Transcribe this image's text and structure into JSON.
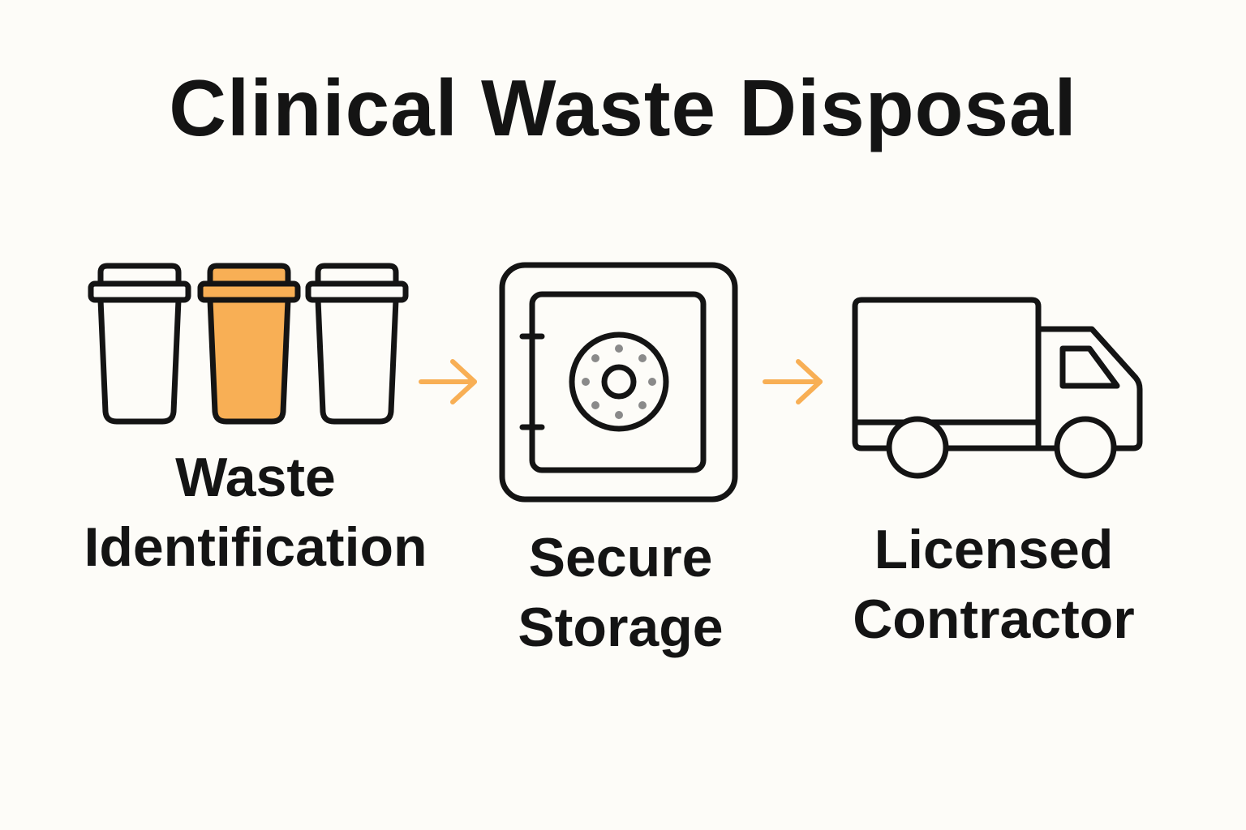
{
  "title": "Clinical Waste Disposal",
  "colors": {
    "background": "#fdfcf8",
    "ink": "#141414",
    "accent": "#f8af55",
    "dial_marks": "#8a8a8a"
  },
  "steps": [
    {
      "icon": "waste-bins-icon",
      "lines": [
        "Waste",
        "Identification"
      ]
    },
    {
      "icon": "safe-icon",
      "lines": [
        "Secure",
        "Storage"
      ]
    },
    {
      "icon": "truck-icon",
      "lines": [
        "Licensed",
        "Contractor"
      ]
    }
  ],
  "connectors": [
    {
      "icon": "arrow-right-icon"
    },
    {
      "icon": "arrow-right-icon"
    }
  ]
}
